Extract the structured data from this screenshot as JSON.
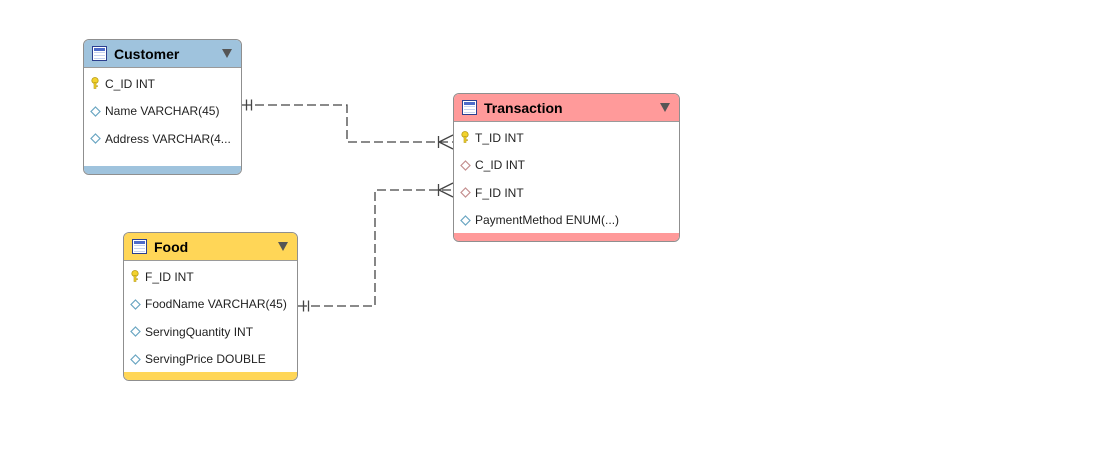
{
  "colors": {
    "customer_header": "#9fc3dd",
    "transaction_header": "#ff9a9a",
    "food_header": "#ffd657",
    "connector": "#444444"
  },
  "entities": {
    "customer": {
      "title": "Customer",
      "columns": [
        {
          "label": "C_ID INT",
          "icon": "primary-key-icon"
        },
        {
          "label": "Name VARCHAR(45)",
          "icon": "column-diamond-icon"
        },
        {
          "label": "Address VARCHAR(4...",
          "icon": "column-diamond-icon"
        }
      ]
    },
    "transaction": {
      "title": "Transaction",
      "columns": [
        {
          "label": "T_ID INT",
          "icon": "primary-key-icon"
        },
        {
          "label": "C_ID INT",
          "icon": "foreign-key-diamond-icon"
        },
        {
          "label": "F_ID INT",
          "icon": "foreign-key-diamond-icon"
        },
        {
          "label": "PaymentMethod ENUM(...)",
          "icon": "column-diamond-icon"
        }
      ]
    },
    "food": {
      "title": "Food",
      "columns": [
        {
          "label": "F_ID INT",
          "icon": "primary-key-icon"
        },
        {
          "label": "FoodName VARCHAR(45)",
          "icon": "column-diamond-icon"
        },
        {
          "label": "ServingQuantity INT",
          "icon": "column-diamond-icon"
        },
        {
          "label": "ServingPrice DOUBLE",
          "icon": "column-diamond-icon"
        }
      ]
    }
  },
  "relationships": [
    {
      "from": "Customer",
      "from_cardinality": "one-and-only-one",
      "to": "Transaction",
      "to_cardinality": "one-or-many"
    },
    {
      "from": "Food",
      "from_cardinality": "one-and-only-one",
      "to": "Transaction",
      "to_cardinality": "one-or-many"
    }
  ]
}
